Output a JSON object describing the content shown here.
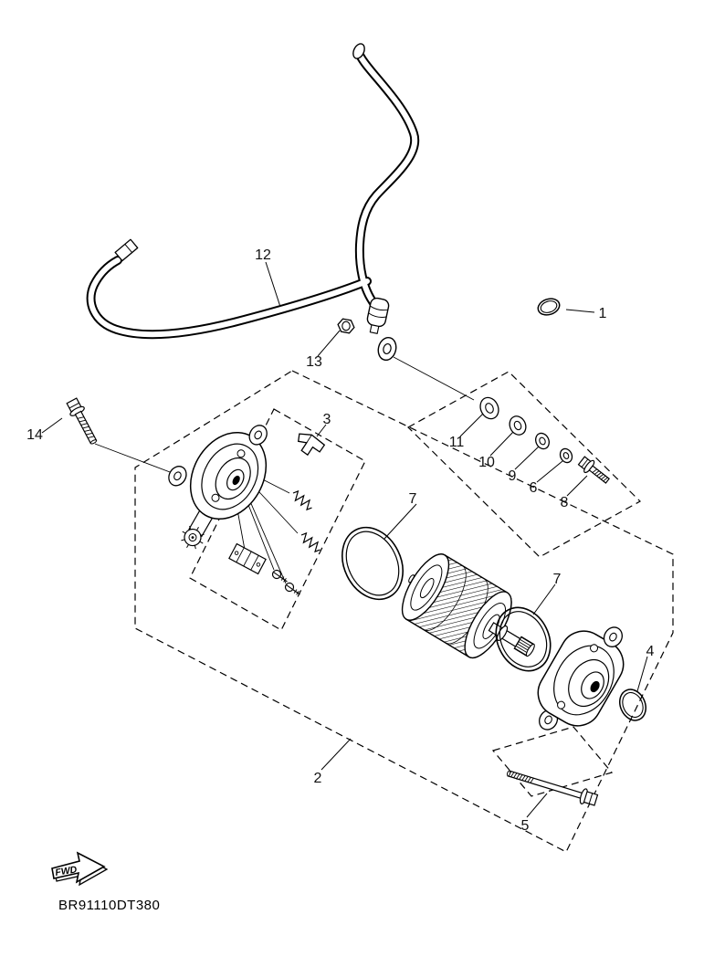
{
  "diagram": {
    "code": "BR91110DT380",
    "fwd_label": "FWD",
    "colors": {
      "line": "#000000",
      "background": "#ffffff"
    },
    "callouts": {
      "c1": "1",
      "c2": "2",
      "c3": "3",
      "c4": "4",
      "c5": "5",
      "c6": "6",
      "c7a": "7",
      "c7b": "7",
      "c8": "8",
      "c9": "9",
      "c10": "10",
      "c11": "11",
      "c12": "12",
      "c13": "13",
      "c14": "14"
    }
  }
}
